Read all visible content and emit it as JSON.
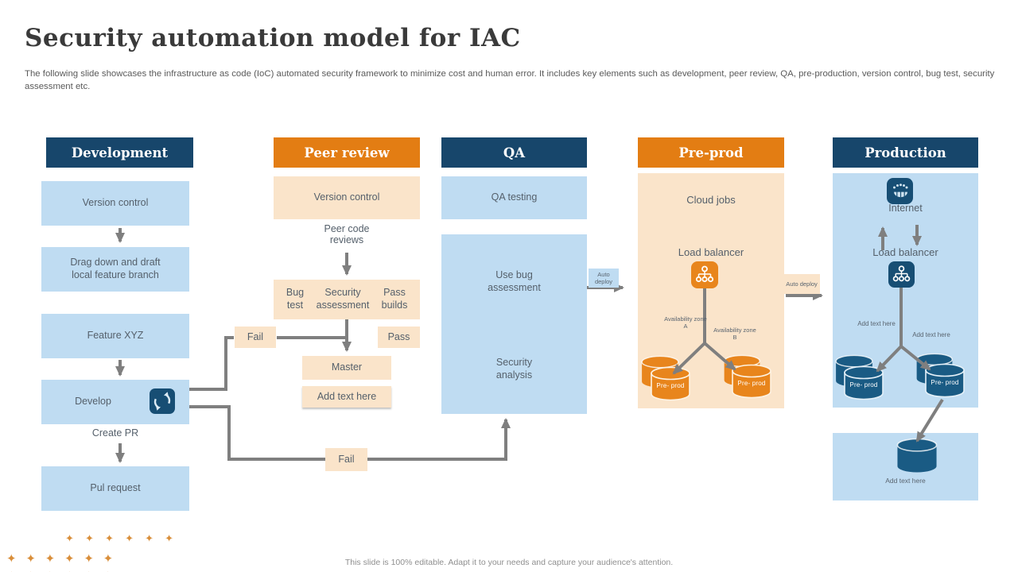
{
  "slide": {
    "title": "Security automation model for IAC",
    "subtitle": "The following slide showcases the infrastructure as code (IoC) automated security framework to minimize cost and human error. It includes key elements such as development, peer review, QA,  pre-production, version control, bug test, security assessment etc.",
    "footer": "This slide is 100% editable. Adapt it to your needs and capture your audience's attention.",
    "stars_row": "✦ ✦ ✦ ✦ ✦ ✦"
  },
  "colors": {
    "navy": "#17466B",
    "orange": "#E37D13",
    "light_blue": "#BFDCF2",
    "peach": "#FAE4CA",
    "connector_gray": "#7F7F7F",
    "cylinder_orange": "#E8851C",
    "cylinder_navy": "#1A5B84",
    "star_orange": "#D98E3A"
  },
  "development": {
    "header": "Development",
    "version_control": "Version control",
    "drag_branch": "Drag down and draft local feature branch",
    "feature_xyz": "Feature XYZ",
    "develop": "Develop",
    "create_pr": "Create  PR",
    "pull_request": "Pul request"
  },
  "peer_review": {
    "header": "Peer review",
    "version_control": "Version control",
    "peer_code_reviews": "Peer code reviews",
    "bug_test": "Bug test",
    "security_assessment": "Security assessment",
    "pass_builds": "Pass builds",
    "fail_top": "Fail",
    "pass": "Pass",
    "master": "Master",
    "add_text": "Add text here",
    "fail_bottom": "Fail"
  },
  "qa": {
    "header": "QA",
    "qa_testing": "QA testing",
    "use_bug_assessment": "Use bug assessment",
    "security_analysis": "Security analysis",
    "auto_deploy": "Auto deploy"
  },
  "pre_prod": {
    "header": "Pre-prod",
    "cloud_jobs": "Cloud jobs",
    "load_balancer": "Load balancer",
    "zone_a": "Availability zone  A",
    "zone_b": "Availability zone  B",
    "db_label": "Pre- prod",
    "auto_deploy": "Auto deploy"
  },
  "production": {
    "header": "Production",
    "internet": "Internet",
    "load_balancer": "Load balancer",
    "add_text_left": "Add text here",
    "add_text_right": "Add text here",
    "db_label": "Pre- prod",
    "add_text_bottom": "Add text here"
  }
}
